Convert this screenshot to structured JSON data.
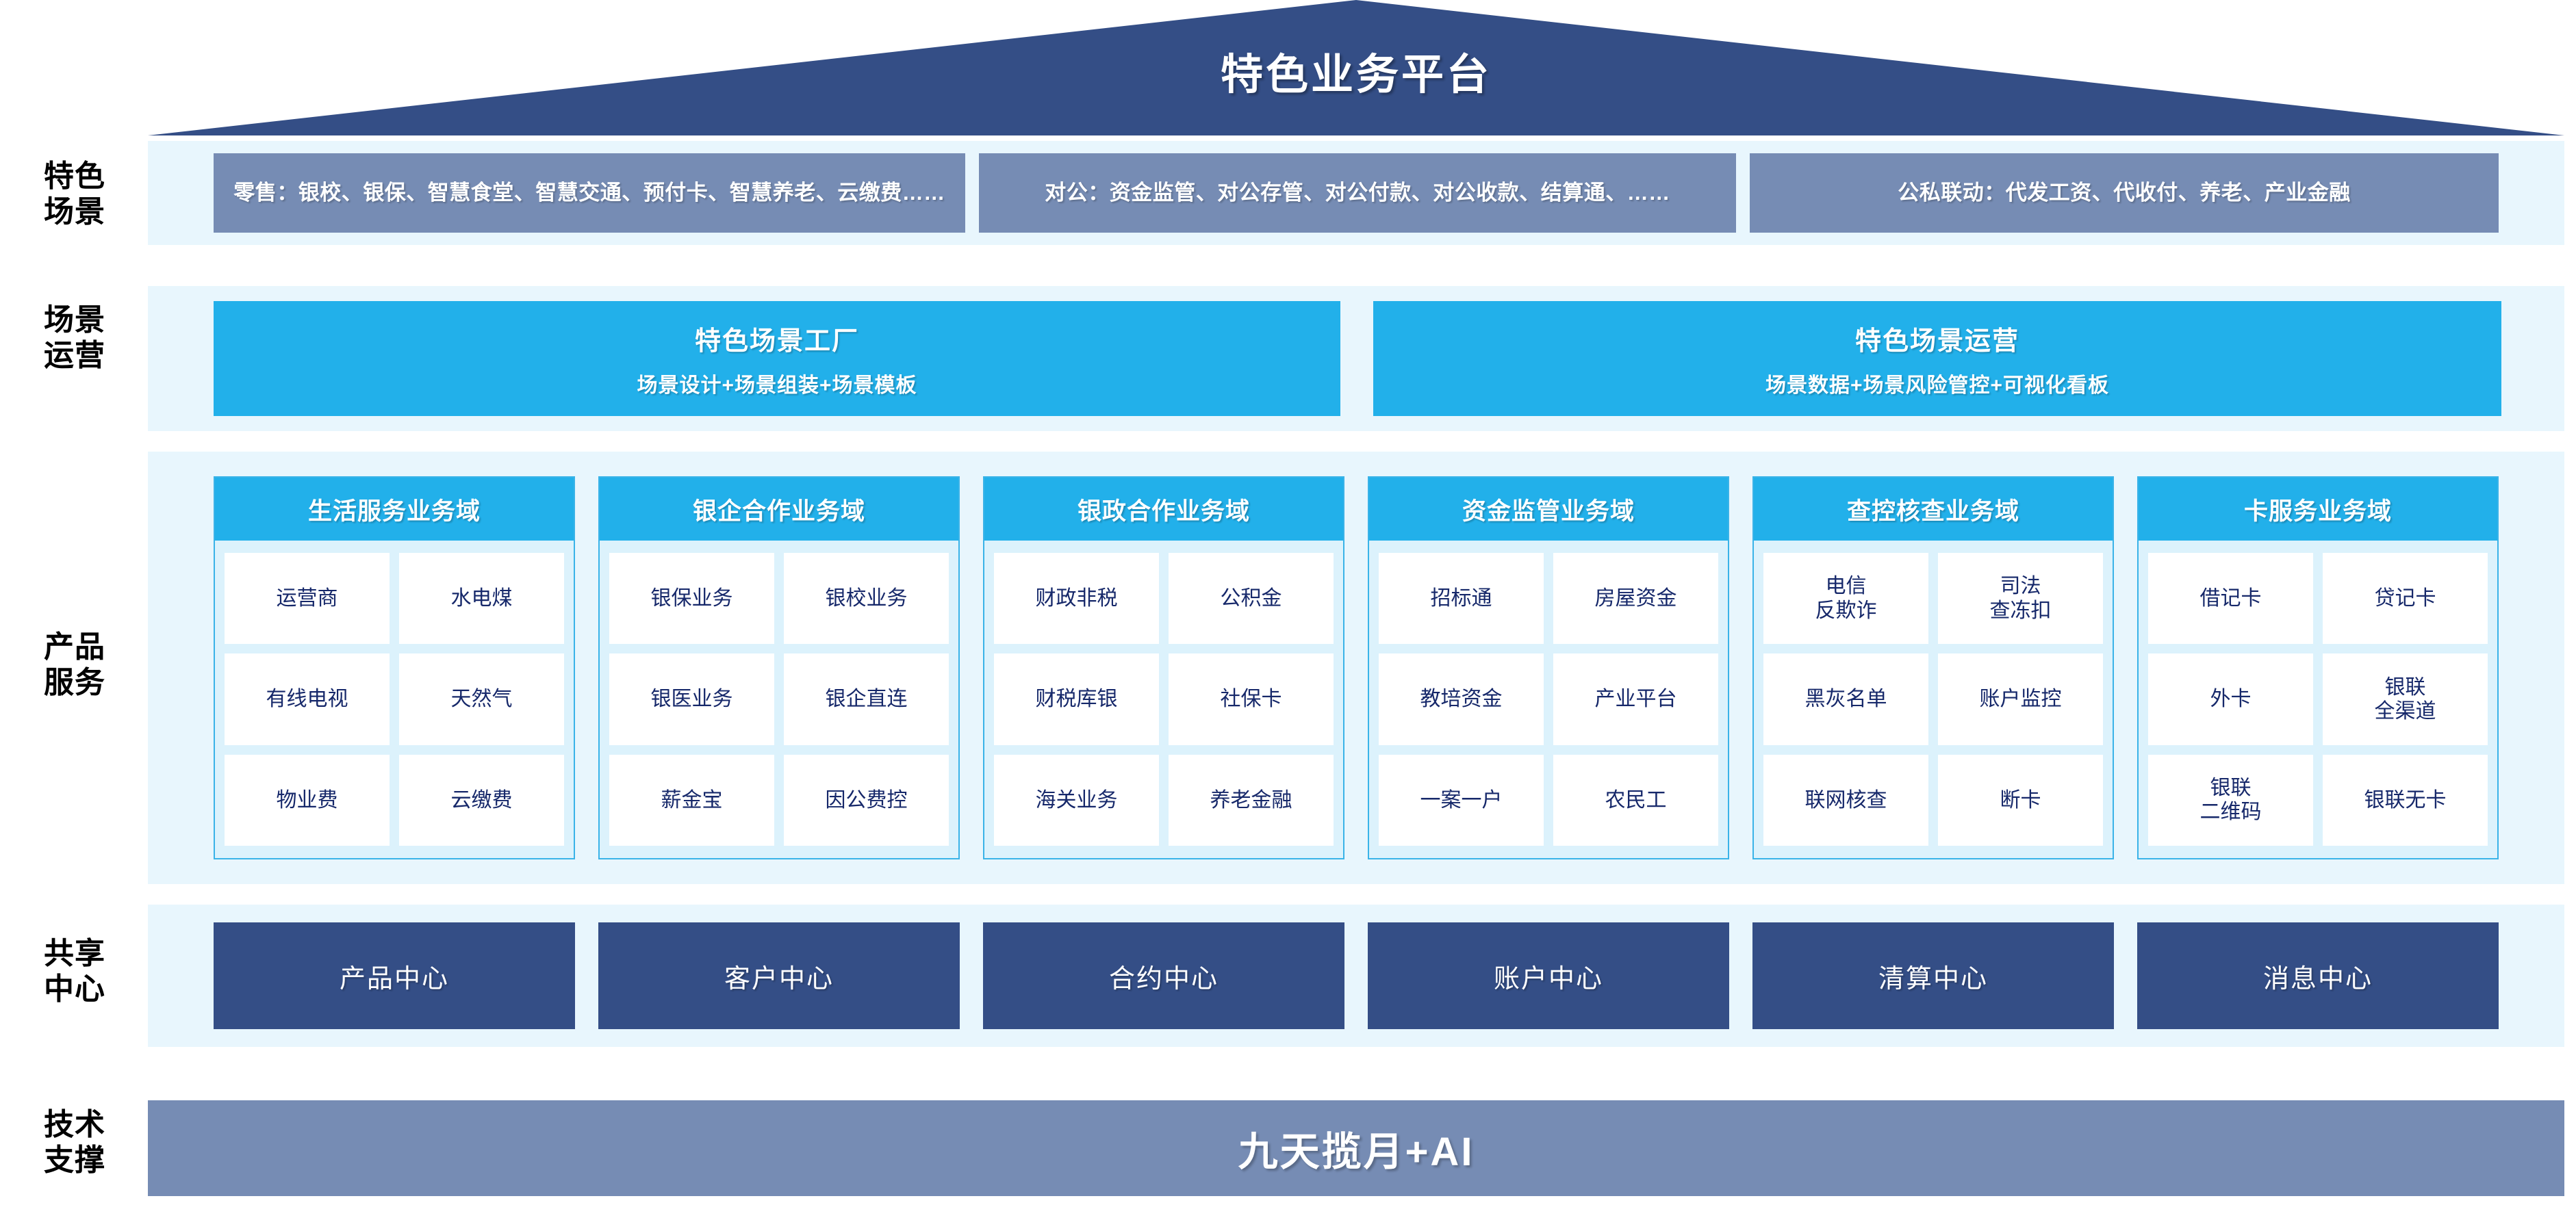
{
  "colors": {
    "roof": "#344E86",
    "scene_box": "#768CB4",
    "cyan": "#22B0EA",
    "band": "#E8F6FD",
    "domain_body": "#DCF2FC",
    "navy": "#344E86",
    "cell_text": "#16286A"
  },
  "header": {
    "title": "特色业务平台"
  },
  "row_labels": {
    "scene": "特色\n场景",
    "operations": "场景\n运营",
    "products": "产品\n服务",
    "shared": "共享\n中心",
    "tech": "技术\n支撑"
  },
  "scene_row": {
    "boxes": [
      {
        "label": "零售：银校、银保、智慧食堂、智慧交通、预付卡、智慧养老、云缴费……"
      },
      {
        "label": "对公：资金监管、对公存管、对公付款、对公收款、结算通、……"
      },
      {
        "label": "公私联动：代发工资、代收付、养老、产业金融"
      }
    ]
  },
  "operations_row": {
    "boxes": [
      {
        "title": "特色场景工厂",
        "subtitle": "场景设计+场景组装+场景模板"
      },
      {
        "title": "特色场景运营",
        "subtitle": "场景数据+场景风险管控+可视化看板"
      }
    ]
  },
  "product_row": {
    "domains": [
      {
        "title": "生活服务业务域",
        "items": [
          "运营商",
          "水电煤",
          "有线电视",
          "天然气",
          "物业费",
          "云缴费"
        ]
      },
      {
        "title": "银企合作业务域",
        "items": [
          "银保业务",
          "银校业务",
          "银医业务",
          "银企直连",
          "薪金宝",
          "因公费控"
        ]
      },
      {
        "title": "银政合作业务域",
        "items": [
          "财政非税",
          "公积金",
          "财税库银",
          "社保卡",
          "海关业务",
          "养老金融"
        ]
      },
      {
        "title": "资金监管业务域",
        "items": [
          "招标通",
          "房屋资金",
          "教培资金",
          "产业平台",
          "一案一户",
          "农民工"
        ]
      },
      {
        "title": "查控核查业务域",
        "items": [
          "电信\n反欺诈",
          "司法\n查冻扣",
          "黑灰名单",
          "账户监控",
          "联网核查",
          "断卡"
        ]
      },
      {
        "title": "卡服务业务域",
        "items": [
          "借记卡",
          "贷记卡",
          "外卡",
          "银联\n全渠道",
          "银联\n二维码",
          "银联无卡"
        ]
      }
    ]
  },
  "shared_row": {
    "centers": [
      "产品中心",
      "客户中心",
      "合约中心",
      "账户中心",
      "清算中心",
      "消息中心"
    ]
  },
  "tech_row": {
    "label": "九天揽月+AI"
  }
}
